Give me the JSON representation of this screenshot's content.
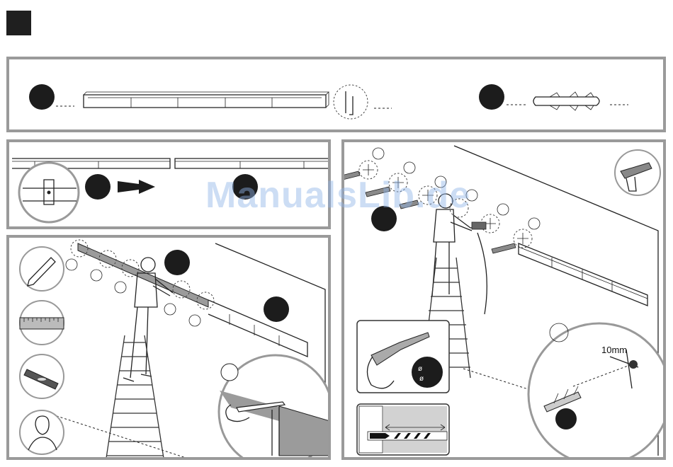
{
  "watermark": {
    "text": "ManualsLib.de"
  },
  "measurement": {
    "label": "10mm"
  },
  "drill_markings": {
    "symbol_1": "ø",
    "symbol_2": "ø"
  },
  "colors": {
    "frame_border": "#9a9a9a",
    "marker_fill": "#1c1c1c",
    "highlight_grey": "#9b9b9b",
    "watermark": "#8fb4e8"
  },
  "icons": [
    "pencil-icon",
    "ruler-icon",
    "spirit-level-icon",
    "person-head-icon",
    "drill-icon",
    "wall-anchor-icon",
    "arrow-right-icon"
  ]
}
